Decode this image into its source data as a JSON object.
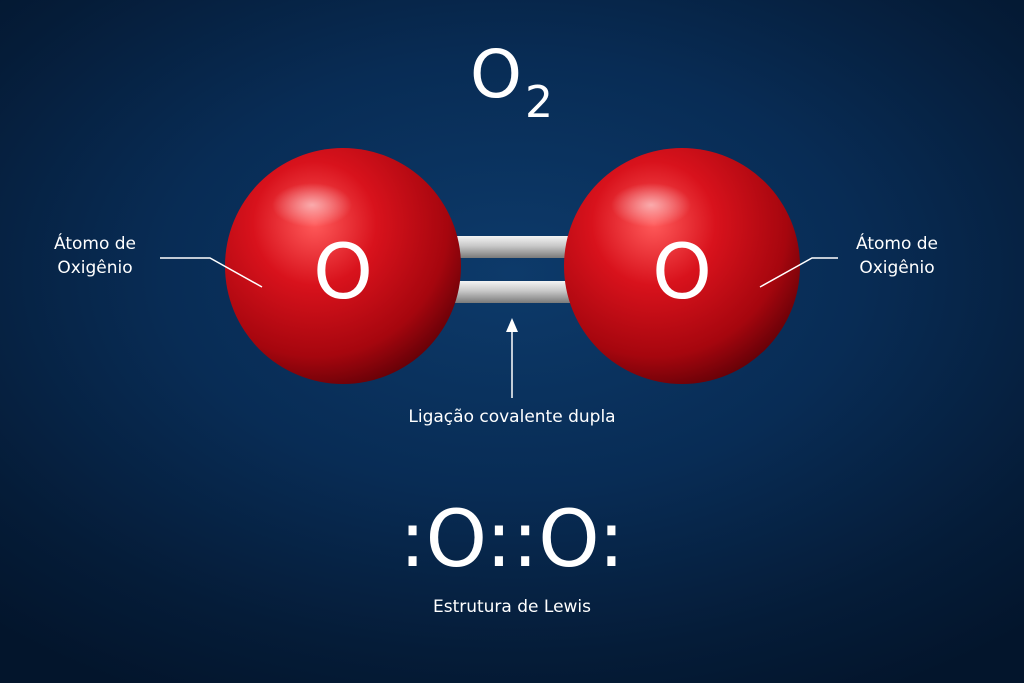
{
  "formula": {
    "main": "O",
    "subscript": "2"
  },
  "atoms": {
    "left": {
      "symbol": "O",
      "label_line1": "Átomo de",
      "label_line2": "Oxigênio"
    },
    "right": {
      "symbol": "O",
      "label_line1": "Átomo de",
      "label_line2": "Oxigênio"
    }
  },
  "bond": {
    "label": "Ligação covalente dupla"
  },
  "lewis": {
    "structure": ":O::O:",
    "label": "Estrutura de Lewis"
  },
  "colors": {
    "atom": "#d4101a",
    "atom_highlight": "#ff6b6b",
    "atom_shadow": "#5a0006",
    "bond": "#cfcfcf",
    "text": "#ffffff",
    "background": "#082c55"
  }
}
